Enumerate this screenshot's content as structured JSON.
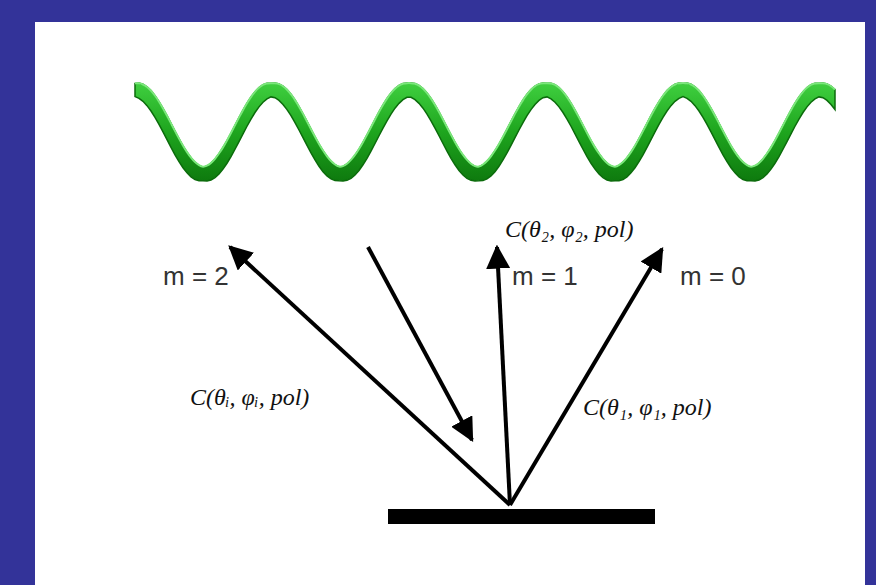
{
  "diagram": {
    "labels": [
      "m = 2",
      "m = 1",
      "m = 0",
      "C(θ₂, φ₂, pol)",
      "C(θᵢ, φᵢ, pol)",
      "C(θ₁, φ₁, pol)"
    ]
  }
}
